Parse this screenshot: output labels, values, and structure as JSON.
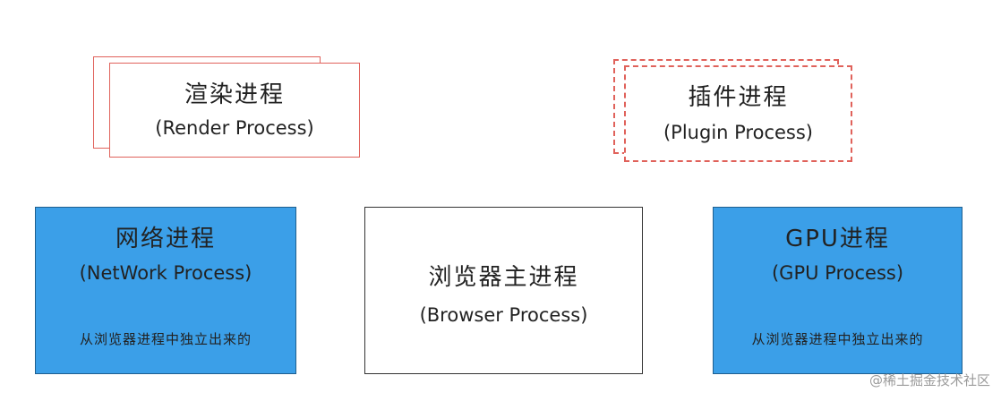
{
  "diagram": {
    "render_process": {
      "title": "渲染进程",
      "subtitle": "(Render Process)",
      "border_color": "#e0625b"
    },
    "plugin_process": {
      "title": "插件进程",
      "subtitle": "(Plugin Process)",
      "border_color": "#e0625b"
    },
    "network_process": {
      "title": "网络进程",
      "subtitle": "(NetWork Process)",
      "note": "从浏览器进程中独立出来的",
      "fill_color": "#3b9fe8"
    },
    "browser_process": {
      "title": "浏览器主进程",
      "subtitle": "(Browser Process)"
    },
    "gpu_process": {
      "title": "GPU进程",
      "subtitle": "(GPU Process)",
      "note": "从浏览器进程中独立出来的",
      "fill_color": "#3b9fe8"
    }
  },
  "watermark": "@稀土掘金技术社区"
}
